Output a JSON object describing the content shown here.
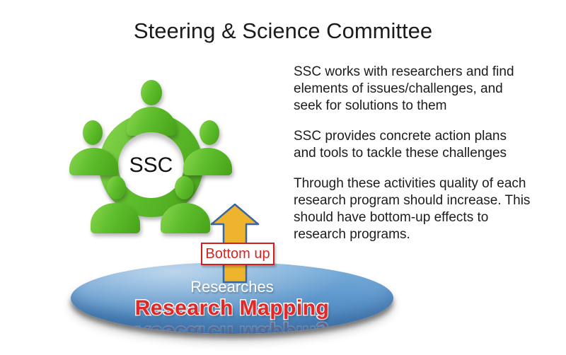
{
  "slide": {
    "title": "Steering & Science Committee",
    "paragraphs": [
      "SSC works with researchers and find\nelements of issues/challenges, and\nseek for solutions to them",
      "SSC provides concrete action plans\nand tools to tackle these challenges",
      "Through these activities quality of each\nresearch program should increase. This\nshould have bottom-up effects to\nresearch programs."
    ]
  },
  "diagram": {
    "committee_label": "SSC",
    "arrow_label": "Bottom up",
    "researches_label": "Researches",
    "mapping_label": "Research Mapping"
  },
  "colors": {
    "person_green": "#5EBE2C",
    "arrow_fill_gold": "#EFB42D",
    "arrow_border_blue": "#3A67A0",
    "ellipse_blue": "#6099CD",
    "mapping_text_red": "#E02828",
    "bottom_up_red": "#D42424",
    "body_text": "#1C1C1C"
  }
}
